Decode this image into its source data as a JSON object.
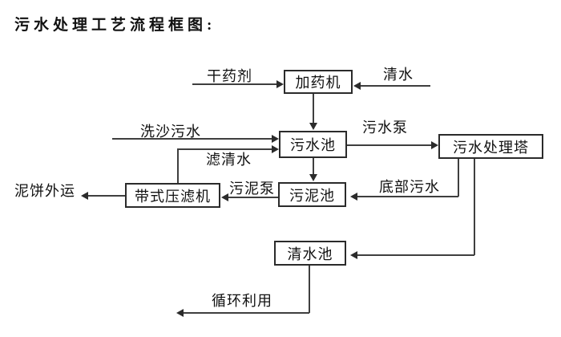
{
  "title": "污水处理工艺流程框图:",
  "nodes": {
    "dosing_machine": {
      "label": "加药机"
    },
    "sewage_pool": {
      "label": "污水池"
    },
    "treatment_tower": {
      "label": "污水处理塔"
    },
    "sludge_pool": {
      "label": "污泥池"
    },
    "belt_filter_press": {
      "label": "带式压滤机"
    },
    "clean_water_pool": {
      "label": "清水池"
    }
  },
  "edge_labels": {
    "dry_chemical": "干药剂",
    "clean_water": "清水",
    "sand_washing_sewage": "洗沙污水",
    "sewage_pump": "污水泵",
    "filtered_water": "滤清水",
    "sludge_pump": "污泥泵",
    "bottom_sewage": "底部污水",
    "mud_cake_out": "泥饼外运",
    "recycling": "循环利用"
  },
  "edges": [
    {
      "from": "dry-chemical-input",
      "to": "dosing_machine",
      "label": "干药剂"
    },
    {
      "from": "clean-water-input",
      "to": "dosing_machine",
      "label": "清水"
    },
    {
      "from": "dosing_machine",
      "to": "sewage_pool",
      "label": ""
    },
    {
      "from": "sand-washing-sewage-input",
      "to": "sewage_pool",
      "label": "洗沙污水"
    },
    {
      "from": "belt_filter_press",
      "to": "sewage_pool",
      "label": "滤清水"
    },
    {
      "from": "sewage_pool",
      "to": "treatment_tower",
      "label": "污水泵"
    },
    {
      "from": "sewage_pool",
      "to": "sludge_pool",
      "label": ""
    },
    {
      "from": "treatment_tower",
      "to": "sludge_pool",
      "label": "底部污水"
    },
    {
      "from": "sludge_pool",
      "to": "belt_filter_press",
      "label": "污泥泵"
    },
    {
      "from": "belt_filter_press",
      "to": "mud-cake-output",
      "label": "泥饼外运"
    },
    {
      "from": "treatment_tower",
      "to": "clean_water_pool",
      "label": ""
    },
    {
      "from": "clean_water_pool",
      "to": "recycling-output",
      "label": "循环利用"
    }
  ],
  "colors": {
    "background": "#ffffff",
    "line": "#3f3f3f",
    "box_border": "#2b2b2b",
    "text": "#111111"
  }
}
